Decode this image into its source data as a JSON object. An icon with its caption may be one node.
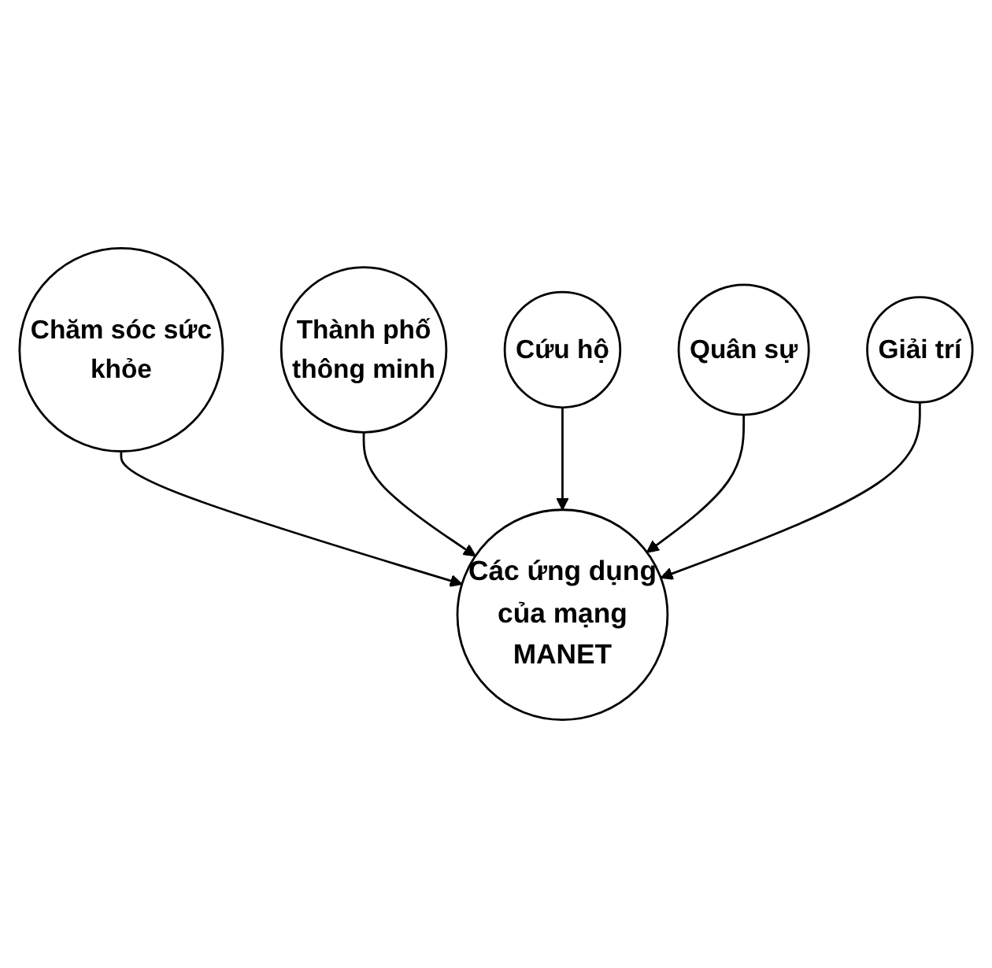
{
  "diagram": {
    "nodes": [
      {
        "text": [
          "Chăm sóc sức khỏe"
        ]
      },
      {
        "text": [
          "Thành phố thông minh"
        ]
      },
      {
        "text": [
          "Cứu hộ"
        ]
      },
      {
        "text": [
          "Các ứng dụng của mạng MANET"
        ]
      },
      {
        "text": [
          "Quân sự"
        ]
      },
      {
        "text": [
          "Giải trí"
        ]
      }
    ],
    "edges": [
      {
        "from": 0,
        "to": 3,
        "arrow": "to"
      },
      {
        "from": 1,
        "to": 3,
        "arrow": "to"
      },
      {
        "from": 2,
        "to": 3,
        "arrow": "to"
      },
      {
        "from": 4,
        "to": 3,
        "arrow": "to"
      },
      {
        "from": 5,
        "to": 3,
        "arrow": "to"
      }
    ]
  }
}
